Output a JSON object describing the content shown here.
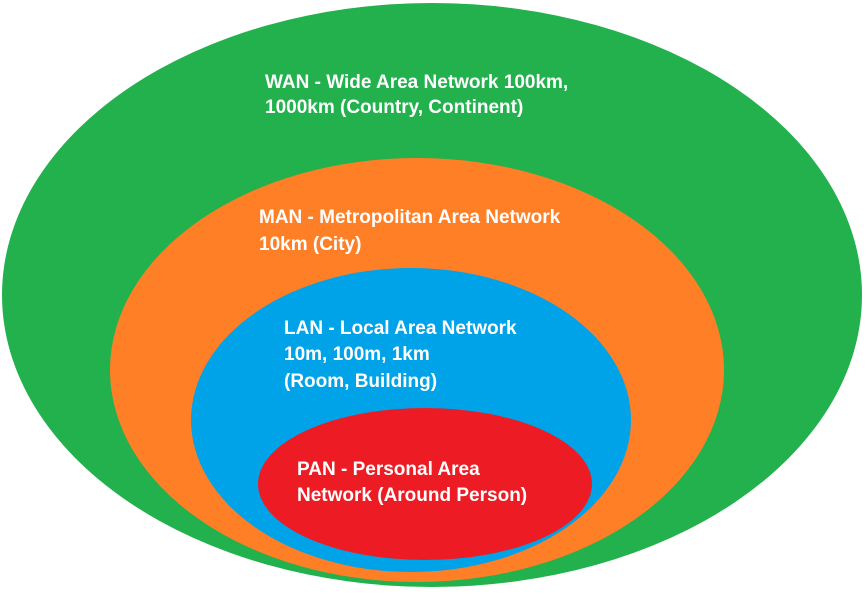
{
  "diagram": {
    "type": "nested-ellipses",
    "rings": [
      {
        "id": "wan",
        "color": "#22b14c",
        "lines": [
          "WAN - Wide Area Network 100km,",
          "1000km (Country, Continent)"
        ]
      },
      {
        "id": "man",
        "color": "#ff7f27",
        "lines": [
          "MAN - Metropolitan Area Network",
          "10km (City)"
        ]
      },
      {
        "id": "lan",
        "color": "#00a2e8",
        "lines": [
          "LAN - Local Area Network",
          "10m, 100m, 1km",
          "(Room, Building)"
        ]
      },
      {
        "id": "pan",
        "color": "#ed1c24",
        "lines": [
          "PAN - Personal Area",
          "Network (Around Person)"
        ]
      }
    ]
  }
}
